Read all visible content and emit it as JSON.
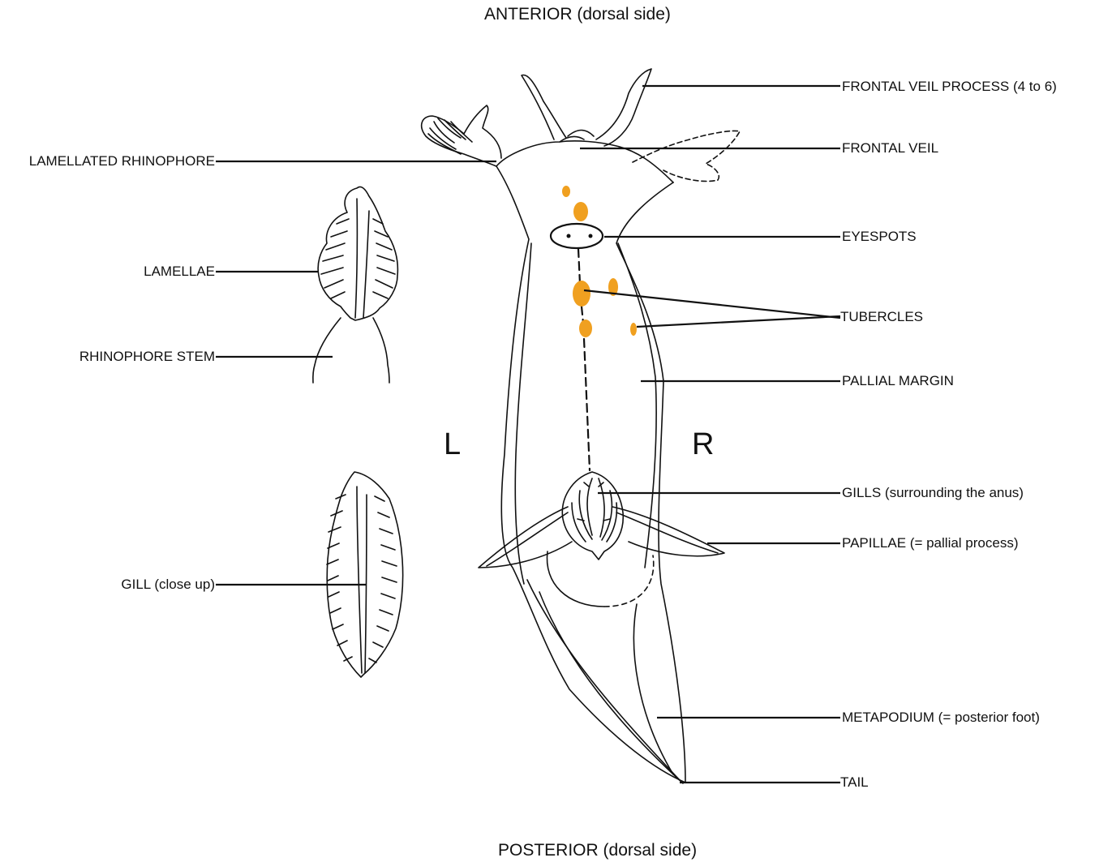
{
  "orientation": {
    "top": "ANTERIOR (dorsal side)",
    "bottom": "POSTERIOR (dorsal side)",
    "left": "L",
    "right": "R"
  },
  "labels_left": {
    "lamellated_rhinophore": "LAMELLATED RHINOPHORE",
    "lamellae": "LAMELLAE",
    "rhinophore_stem": "RHINOPHORE STEM",
    "gill_close_up": "GILL (close up)"
  },
  "labels_right": {
    "frontal_veil_process": "FRONTAL VEIL PROCESS (4 to 6)",
    "frontal_veil": "FRONTAL VEIL",
    "eyespots": "EYESPOTS",
    "tubercles": "TUBERCLES",
    "pallial_margin": "PALLIAL MARGIN",
    "gills": "GILLS (surrounding the anus)",
    "papillae": "PAPILLAE (= pallial process)",
    "metapodium": "METAPODIUM (= posterior foot)",
    "tail": "TAIL"
  },
  "colors": {
    "line": "#111111",
    "tubercle": "#f0a020"
  }
}
